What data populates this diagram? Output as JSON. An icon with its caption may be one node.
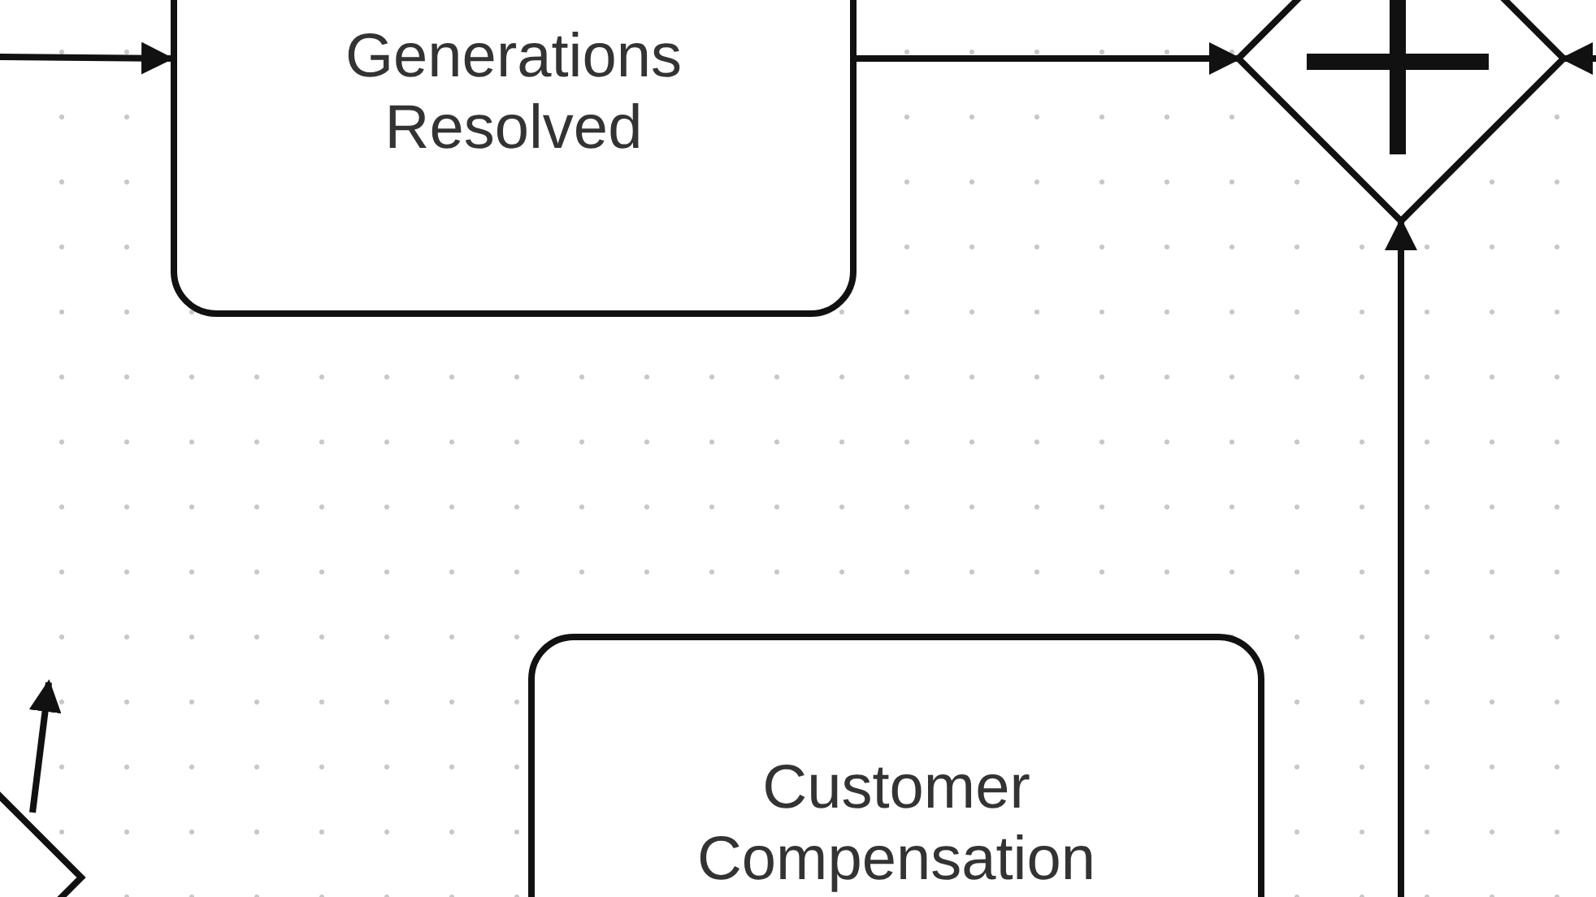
{
  "diagram": {
    "nodes": [
      {
        "text": [
          "Generations Resolved"
        ]
      },
      {
        "text": [],
        "shape": "diamond"
      },
      {
        "text": [
          "Customer Compensation"
        ]
      },
      {
        "text": [],
        "shape": "diamond"
      }
    ],
    "edges": [
      {
        "from": null,
        "to": 0,
        "arrow": "to"
      },
      {
        "from": 0,
        "to": 1,
        "arrow": "to"
      },
      {
        "from": null,
        "to": 1,
        "arrow": "to"
      },
      {
        "from": null,
        "to": 1,
        "arrow": "to"
      },
      {
        "from": 3,
        "to": null,
        "arrow": "to"
      }
    ]
  }
}
